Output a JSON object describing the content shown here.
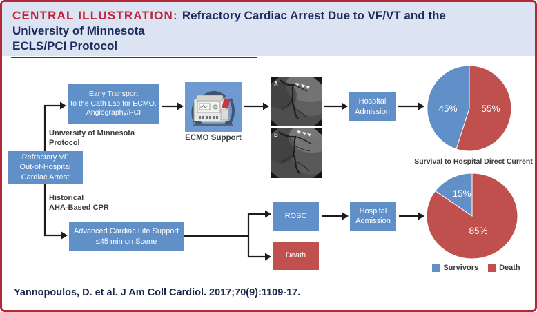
{
  "title": {
    "kicker": "CENTRAL ILLUSTRATION:",
    "line1": "Refractory Cardiac Arrest Due to VF/VT and the",
    "line2": "University of Minnesota",
    "line3": "ECLS/PCI Protocol"
  },
  "flow": {
    "refractory": "Refractory VF\nOut-of-Hospital\nCardiac Arrest",
    "umn_protocol_label": "University of Minnesota\nProtocol",
    "historical_label": "Historical\nAHA-Based CPR",
    "early_transport": "Early Transport\nto the Cath Lab for ECMO,\nAngiography/PCI",
    "ecmo_caption": "ECMO Support",
    "angiogram_a_label": "A",
    "angiogram_b_label": "B",
    "hospital_admission_top": "Hospital\nAdmission",
    "acls": "Advanced Cardiac Life Support\n≤45 min on Scene",
    "rosc": "ROSC",
    "death": "Death",
    "hospital_admission_bottom": "Hospital\nAdmission"
  },
  "pies": {
    "caption": "Survival to Hospital Direct Current"
  },
  "chart_data": [
    {
      "type": "pie",
      "name": "UMN ECLS/PCI protocol outcome",
      "labels": [
        "Survivors",
        "Death"
      ],
      "values": [
        45,
        55
      ],
      "value_labels": [
        "45%",
        "55%"
      ],
      "colors": [
        "#6190c8",
        "#c0504d"
      ],
      "caption": "Survival to Hospital Direct Current",
      "legend_position": "shared-bottom"
    },
    {
      "type": "pie",
      "name": "Historical AHA-based CPR outcome",
      "labels": [
        "Survivors",
        "Death"
      ],
      "values": [
        15,
        85
      ],
      "value_labels": [
        "15%",
        "85%"
      ],
      "colors": [
        "#6190c8",
        "#c0504d"
      ],
      "legend_position": "shared-bottom"
    }
  ],
  "legend": {
    "survivors": "Survivors",
    "death": "Death"
  },
  "citation": "Yannopoulos, D. et al. J Am Coll Cardiol. 2017;70(9):1109-17.",
  "colors": {
    "border_red": "#b12836",
    "kicker_red": "#c22236",
    "navy_text": "#1b2b5c",
    "band_lavender": "#dce3f2",
    "box_blue": "#6190c8",
    "box_red": "#c0504d"
  }
}
